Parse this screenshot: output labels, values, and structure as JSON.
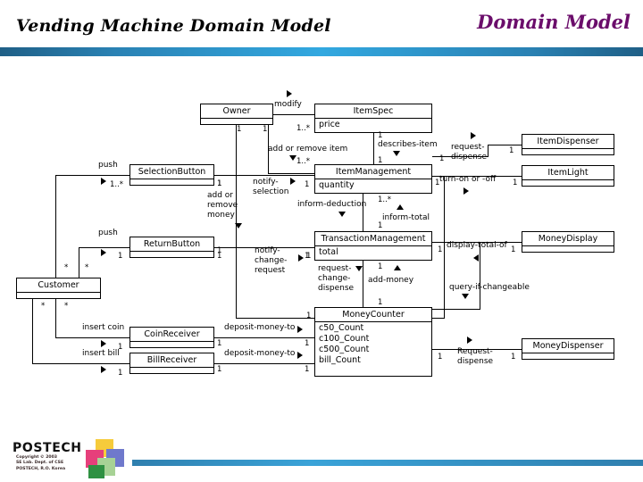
{
  "header": {
    "title": "Vending Machine Domain Model",
    "section": "Domain Model"
  },
  "footer": {
    "logo": "POSTECH",
    "copyright_line1": "Copyright © 2003",
    "copyright_line2": "SE Lab. Dept. of CSE",
    "copyright_line3": "POSTECH, R.O. Korea"
  },
  "diagram": {
    "type": "uml-class-diagram",
    "classes": [
      {
        "id": "owner",
        "name": "Owner",
        "attributes": []
      },
      {
        "id": "item-spec",
        "name": "ItemSpec",
        "attributes": [
          "price"
        ]
      },
      {
        "id": "selection-button",
        "name": "SelectionButton",
        "attributes": []
      },
      {
        "id": "return-button",
        "name": "ReturnButton",
        "attributes": []
      },
      {
        "id": "customer",
        "name": "Customer",
        "attributes": []
      },
      {
        "id": "coin-receiver",
        "name": "CoinReceiver",
        "attributes": []
      },
      {
        "id": "bill-receiver",
        "name": "BillReceiver",
        "attributes": []
      },
      {
        "id": "item-management",
        "name": "ItemManagement",
        "attributes": [
          "quantity"
        ]
      },
      {
        "id": "transaction-management",
        "name": "TransactionManagement",
        "attributes": [
          "total"
        ]
      },
      {
        "id": "money-counter",
        "name": "MoneyCounter",
        "attributes": [
          "c50_Count",
          "c100_Count",
          "c500_Count",
          "bill_Count"
        ]
      },
      {
        "id": "item-dispenser",
        "name": "ItemDispenser",
        "attributes": []
      },
      {
        "id": "item-light",
        "name": "ItemLight",
        "attributes": []
      },
      {
        "id": "money-display",
        "name": "MoneyDisplay",
        "attributes": []
      },
      {
        "id": "money-dispenser",
        "name": "MoneyDispenser",
        "attributes": []
      }
    ],
    "associations": [
      {
        "id": "modify",
        "label": "modify",
        "from": "owner",
        "to": "item-spec",
        "from_mult": "1",
        "to_mult": "1..*"
      },
      {
        "id": "add-or-remove-item",
        "label": "add or remove item",
        "from": "owner",
        "to": "item-management",
        "from_mult": "1",
        "to_mult": "1..*"
      },
      {
        "id": "add-or-remove-money",
        "label": "add or remove money",
        "from": "owner",
        "to": "money-counter",
        "from_mult": "1",
        "to_mult": "1"
      },
      {
        "id": "describes-item",
        "label": "describes-item",
        "from": "item-spec",
        "to": "item-management",
        "from_mult": "1",
        "to_mult": "1"
      },
      {
        "id": "push-selection",
        "label": "push",
        "from": "customer",
        "to": "selection-button",
        "from_mult": "*",
        "to_mult": "1..*"
      },
      {
        "id": "push-return",
        "label": "push",
        "from": "customer",
        "to": "return-button",
        "from_mult": "*",
        "to_mult": "1"
      },
      {
        "id": "insert-coin",
        "label": "insert coin",
        "from": "customer",
        "to": "coin-receiver",
        "from_mult": "*",
        "to_mult": "1"
      },
      {
        "id": "insert-bill",
        "label": "insert bill",
        "from": "customer",
        "to": "bill-receiver",
        "from_mult": "*",
        "to_mult": "1"
      },
      {
        "id": "notify-selection",
        "label": "notify-selection",
        "from": "selection-button",
        "to": "item-management",
        "from_mult": "1",
        "to_mult": "1"
      },
      {
        "id": "notify-change-request",
        "label": "notify-change-request",
        "from": "return-button",
        "to": "transaction-management",
        "from_mult": "1",
        "to_mult": "1"
      },
      {
        "id": "deposit-money-to-coin",
        "label": "deposit-money-to",
        "from": "coin-receiver",
        "to": "money-counter",
        "from_mult": "1",
        "to_mult": "1"
      },
      {
        "id": "deposit-money-to-bill",
        "label": "deposit-money-to",
        "from": "bill-receiver",
        "to": "money-counter",
        "from_mult": "1",
        "to_mult": "1"
      },
      {
        "id": "inform-deduction",
        "label": "inform-deduction",
        "from": "item-management",
        "to": "transaction-management",
        "from_mult": "1..*",
        "to_mult": "1"
      },
      {
        "id": "inform-total",
        "label": "inform-total",
        "from": "transaction-management",
        "to": "item-management",
        "from_mult": "1",
        "to_mult": "1..*"
      },
      {
        "id": "request-dispense-item",
        "label": "request-dispense",
        "from": "item-management",
        "to": "item-dispenser",
        "from_mult": "1",
        "to_mult": "1"
      },
      {
        "id": "turn-on-or-off",
        "label": "turn-on or -off",
        "from": "item-management",
        "to": "item-light",
        "from_mult": "1",
        "to_mult": "1"
      },
      {
        "id": "display-total-of",
        "label": "display-total-of",
        "from": "money-display",
        "to": "transaction-management",
        "from_mult": "1",
        "to_mult": "1"
      },
      {
        "id": "add-money",
        "label": "add-money",
        "from": "money-counter",
        "to": "transaction-management",
        "from_mult": "1",
        "to_mult": "1"
      },
      {
        "id": "request-change-dispense",
        "label": "request-change-dispense",
        "from": "transaction-management",
        "to": "money-counter",
        "from_mult": "1",
        "to_mult": "1"
      },
      {
        "id": "query-if-changeable",
        "label": "query-if-changeable",
        "from": "transaction-management",
        "to": "money-counter",
        "from_mult": "1",
        "to_mult": "1"
      },
      {
        "id": "request-dispense-money",
        "label": "Request-dispense",
        "from": "money-counter",
        "to": "money-dispenser",
        "from_mult": "1",
        "to_mult": "1"
      }
    ]
  },
  "colors": {
    "accent_bar": "#32a8e0",
    "section_title": "#6b0d6b",
    "logo_yellow": "#f3c623",
    "logo_pink": "#e0417a",
    "logo_blue": "#6b74c8",
    "logo_green": "#3f9a43",
    "logo_lightgreen": "#9fcf8f"
  }
}
